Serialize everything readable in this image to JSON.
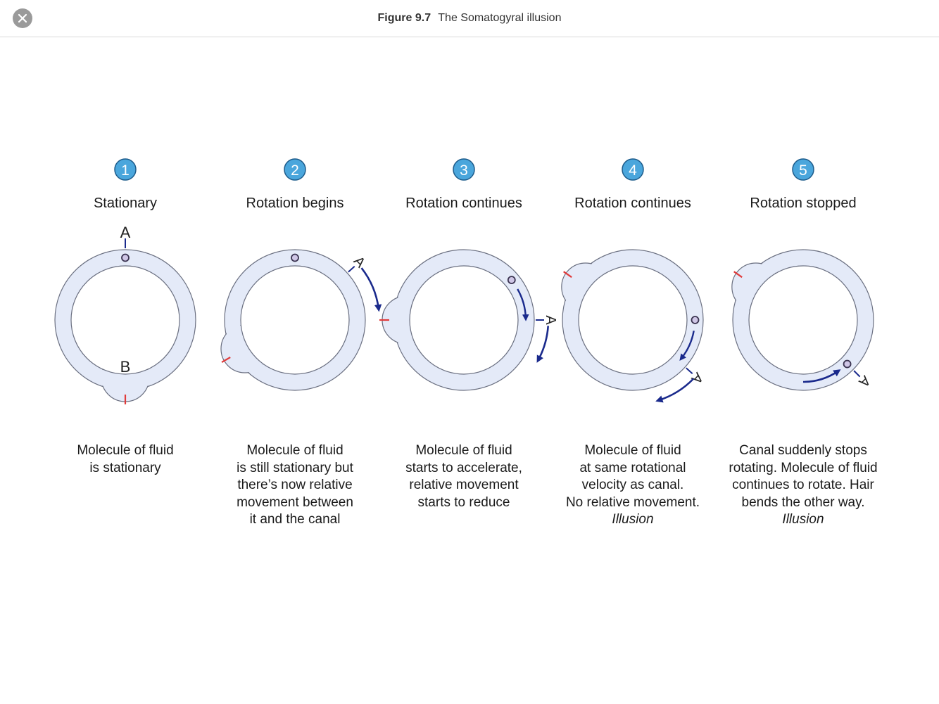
{
  "header": {
    "figure_number": "Figure 9.7",
    "figure_title": "The Somatogyral illusion",
    "close_icon": "close-icon"
  },
  "colors": {
    "canal_fill": "#e4eaf8",
    "canal_stroke": "#6a6f80",
    "badge_fill": "#4aa6dc",
    "badge_stroke": "#1d5b8a",
    "arrow": "#1a2a8c",
    "hair": "#e03b3b"
  },
  "diagram": {
    "labels": {
      "a": "A",
      "b": "B"
    },
    "stages": [
      {
        "number": "1",
        "title": "Stationary",
        "caption": [
          "Molecule of fluid",
          "is stationary"
        ],
        "illusion": ""
      },
      {
        "number": "2",
        "title": "Rotation begins",
        "caption": [
          "Molecule of fluid",
          "is still stationary but",
          "there’s now relative",
          "movement between",
          "it and the canal"
        ],
        "illusion": ""
      },
      {
        "number": "3",
        "title": "Rotation continues",
        "caption": [
          "Molecule of fluid",
          "starts to accelerate,",
          "relative movement",
          "starts to reduce"
        ],
        "illusion": ""
      },
      {
        "number": "4",
        "title": "Rotation continues",
        "caption": [
          "Molecule of fluid",
          "at same rotational",
          "velocity as canal.",
          "No relative movement."
        ],
        "illusion": "Illusion"
      },
      {
        "number": "5",
        "title": "Rotation stopped",
        "caption": [
          "Canal suddenly stops",
          "rotating. Molecule of fluid",
          "continues to rotate. Hair",
          "bends the other way."
        ],
        "illusion": "Illusion"
      }
    ]
  }
}
